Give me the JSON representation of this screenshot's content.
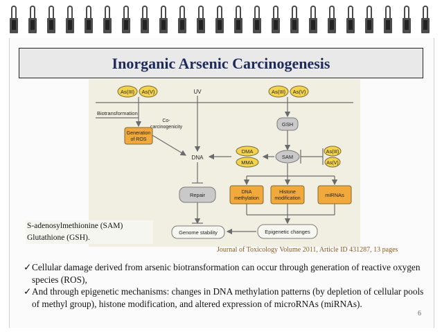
{
  "slide": {
    "title": "Inorganic Arsenic Carcinogenesis",
    "page_number": "6",
    "abbreviations": [
      "S-adenosylmethionine (SAM)",
      "Glutathione (GSH)."
    ],
    "citation": "Journal of Toxicology Volume 2011, Article ID 431287, 13 pages",
    "bullets": [
      "Cellular damage derived from arsenic biotransformation can occur through generation of reactive oxygen species (ROS),",
      "And through epigenetic mechanisms: changes in DNA methylation patterns (by depletion of cellular pools of methyl group), histone modification, and altered expression of microRNAs (miRNAs)."
    ],
    "bullet_mark": "✓"
  },
  "diagram": {
    "nodes": {
      "as_left_iii": "As(III)",
      "as_left_v": "As(V)",
      "uv": "UV",
      "as_right_iii": "As(III)",
      "as_right_v": "As(V)",
      "biotransformation": "Biotransformation",
      "co_carcinogenicity_1": "Co-",
      "co_carcinogenicity_2": "carcinogenicity",
      "gsh": "GSH",
      "ros_1": "Generation",
      "ros_2": "of ROS",
      "dma": "DMA",
      "mma": "MMA",
      "sam": "SAM",
      "as_small_iii": "As(III)",
      "as_small_v": "As(V)",
      "dna": "DNA",
      "dna_meth_1": "DNA",
      "dna_meth_2": "methylation",
      "histone_1": "Histone",
      "histone_2": "modification",
      "mirnas": "miRNAs",
      "repair": "Repair",
      "genome_stability": "Genome stability",
      "epigenetic_changes": "Epigenetic changes"
    },
    "colors": {
      "yellow_node": "#f2d34b",
      "orange_node": "#f2a93b",
      "gray_node": "#c9c9c9",
      "node_stroke": "#7a6a3a",
      "edge": "#6b6b6b",
      "background": "#f0efe2"
    }
  }
}
